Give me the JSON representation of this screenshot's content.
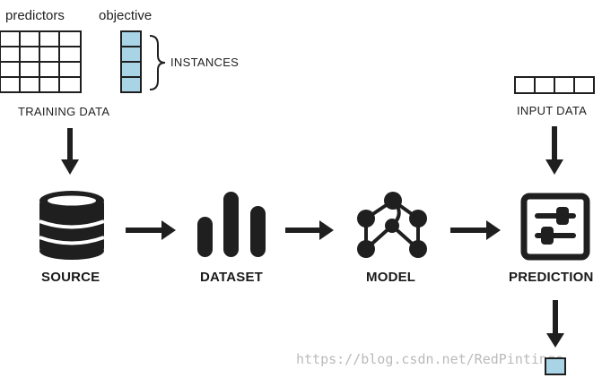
{
  "labels": {
    "predictors": "predictors",
    "objective": "objective",
    "instances": "INSTANCES",
    "training_data": "TRAINING DATA",
    "input_data": "INPUT DATA",
    "source": "SOURCE",
    "dataset": "DATASET",
    "model": "MODEL",
    "prediction": "PREDICTION"
  },
  "watermark": "https://blog.csdn.net/RedPintings",
  "colors": {
    "stroke": "#1f1f1f",
    "objective_fill": "#a9d4e6",
    "output_fill": "#a9d4e6",
    "text": "#222222"
  },
  "icons": {
    "source": "database-icon",
    "dataset": "bar-chart-icon",
    "model": "tree-network-icon",
    "prediction": "sliders-icon"
  }
}
